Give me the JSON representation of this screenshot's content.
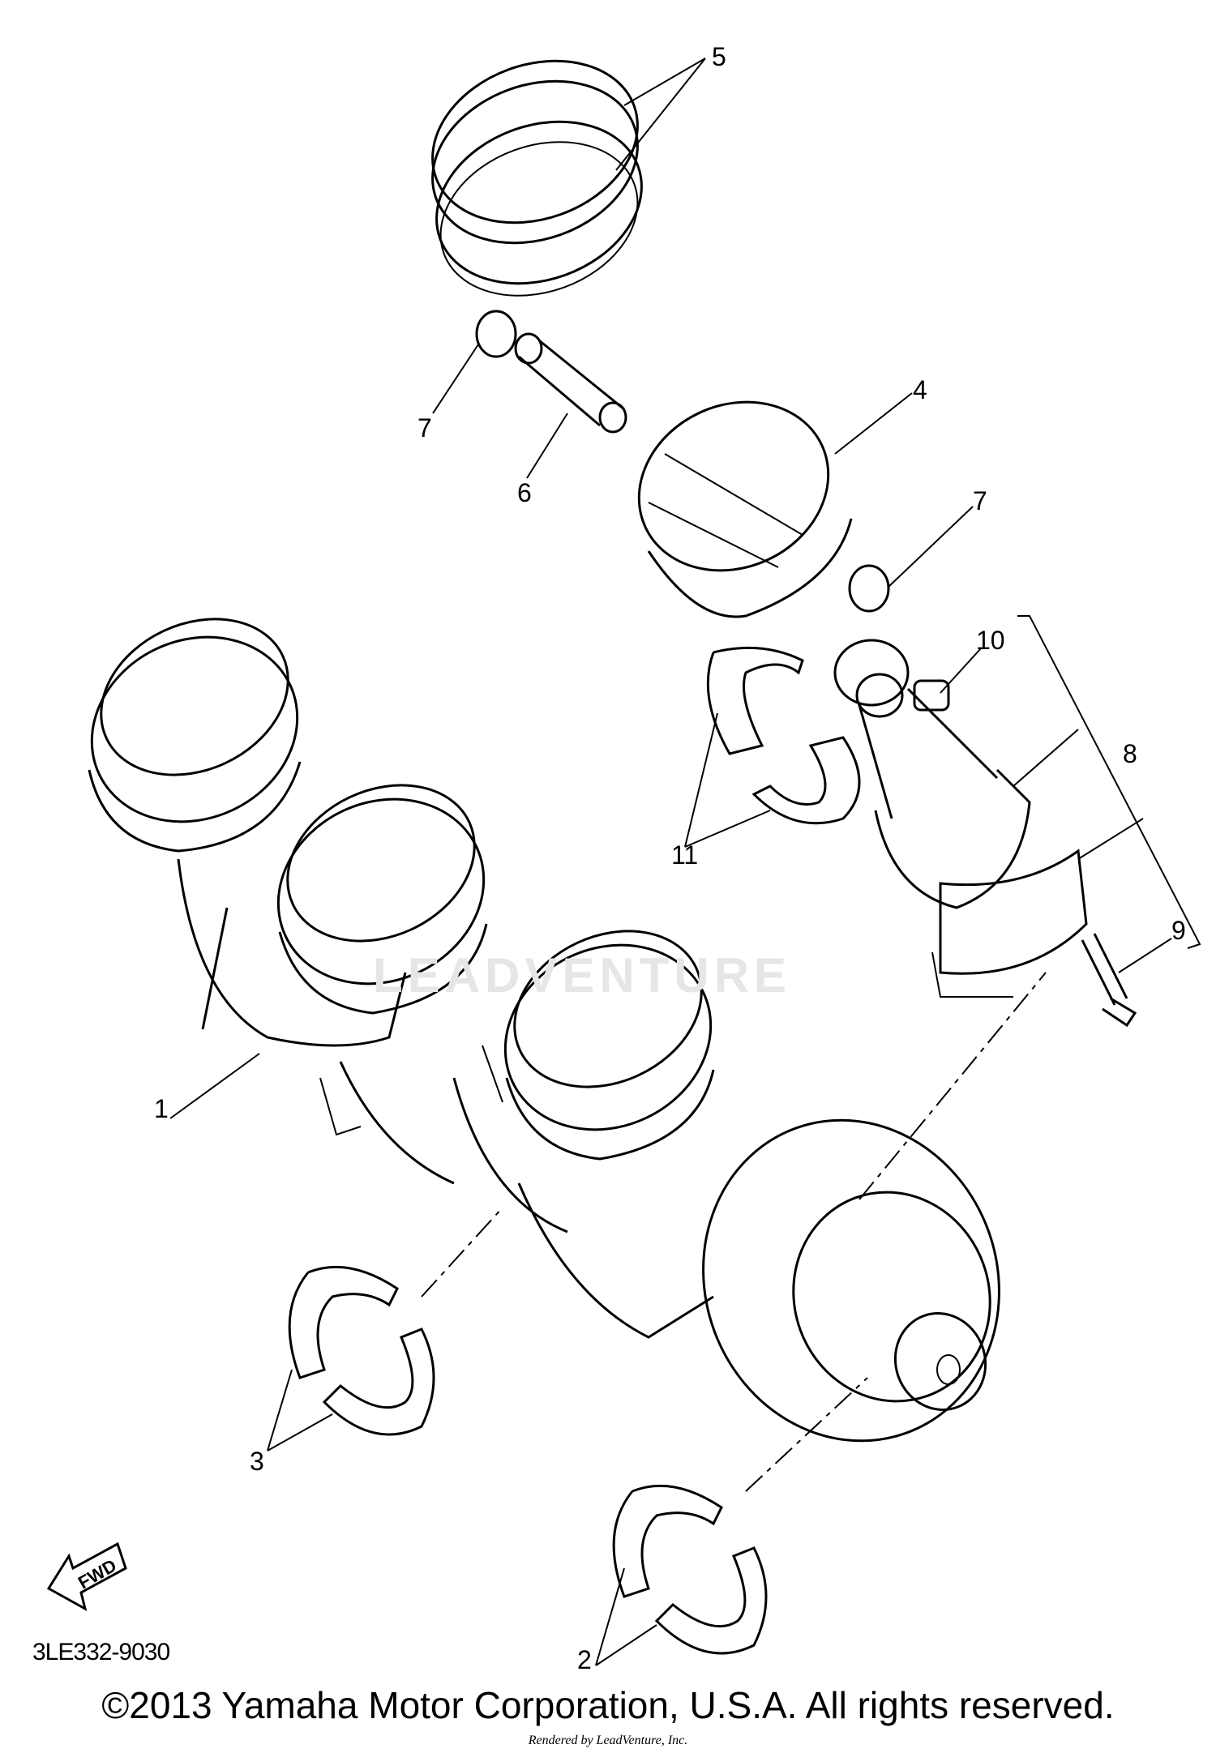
{
  "diagram": {
    "callouts": [
      {
        "id": "c5",
        "label": "5"
      },
      {
        "id": "c7a",
        "label": "7"
      },
      {
        "id": "c6",
        "label": "6"
      },
      {
        "id": "c4",
        "label": "4"
      },
      {
        "id": "c7b",
        "label": "7"
      },
      {
        "id": "c10",
        "label": "10"
      },
      {
        "id": "c8",
        "label": "8"
      },
      {
        "id": "c11",
        "label": "11"
      },
      {
        "id": "c9",
        "label": "9"
      },
      {
        "id": "c1",
        "label": "1"
      },
      {
        "id": "c3",
        "label": "3"
      },
      {
        "id": "c2",
        "label": "2"
      }
    ],
    "fwd_label": "FWD",
    "diagram_code": "3LE332-9030",
    "watermark": "LEADVENTURE",
    "copyright": "©2013 Yamaha Motor Corporation, U.S.A. All rights reserved.",
    "credit": "Rendered by LeadVenture, Inc."
  }
}
